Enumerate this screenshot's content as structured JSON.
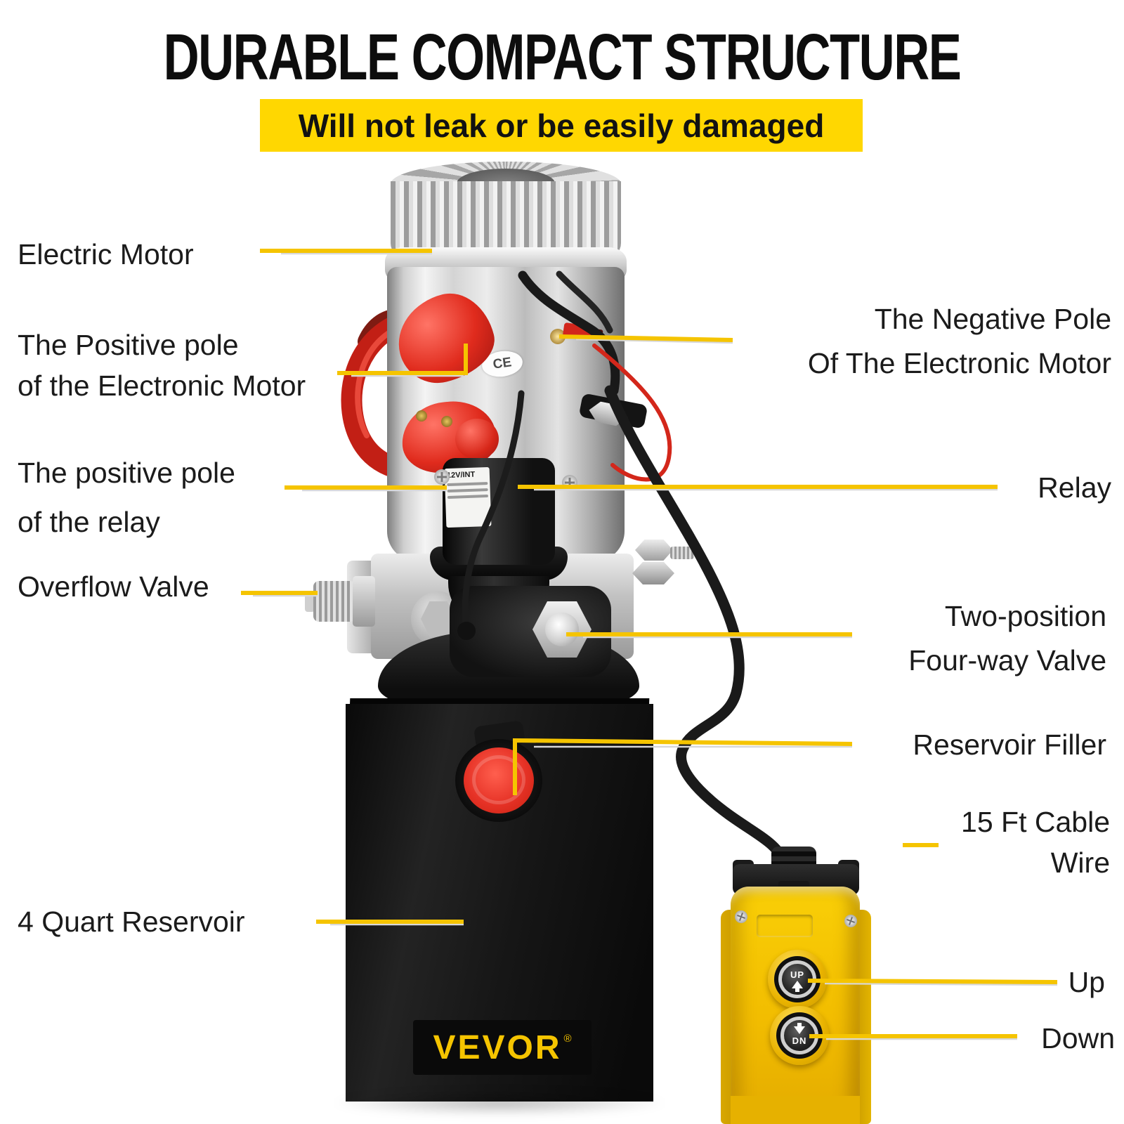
{
  "header": {
    "title": "DURABLE COMPACT STRUCTURE",
    "subtitle": "Will not leak or be easily damaged"
  },
  "callouts": {
    "electric_motor": "Electric Motor",
    "positive_pole_motor_1": "The Positive pole",
    "positive_pole_motor_2": "of the Electronic Motor",
    "positive_pole_relay_1": "The positive pole",
    "positive_pole_relay_2": "of the relay",
    "overflow_valve": "Overflow Valve",
    "quart_reservoir": "4 Quart Reservoir",
    "negative_pole_1": "The Negative Pole",
    "negative_pole_2": "Of The Electronic Motor",
    "relay": "Relay",
    "four_way_valve_1": "Two-position",
    "four_way_valve_2": "Four-way Valve",
    "reservoir_filler": "Reservoir Filler",
    "cable_wire_1": "15 Ft Cable",
    "cable_wire_2": "Wire",
    "up": "Up",
    "down": "Down"
  },
  "product": {
    "brand": "VEVOR",
    "brand_reg": "®",
    "ce_mark": "CE",
    "relay_sticker": "12V/INT",
    "button_up": "UP",
    "button_down": "DN"
  },
  "colors": {
    "banner_yellow": "#ffd701",
    "leader_yellow": "#f5c400",
    "pendant_yellow": "#f3c50a",
    "accent_red": "#e02b1d",
    "tank_black": "#141414"
  }
}
